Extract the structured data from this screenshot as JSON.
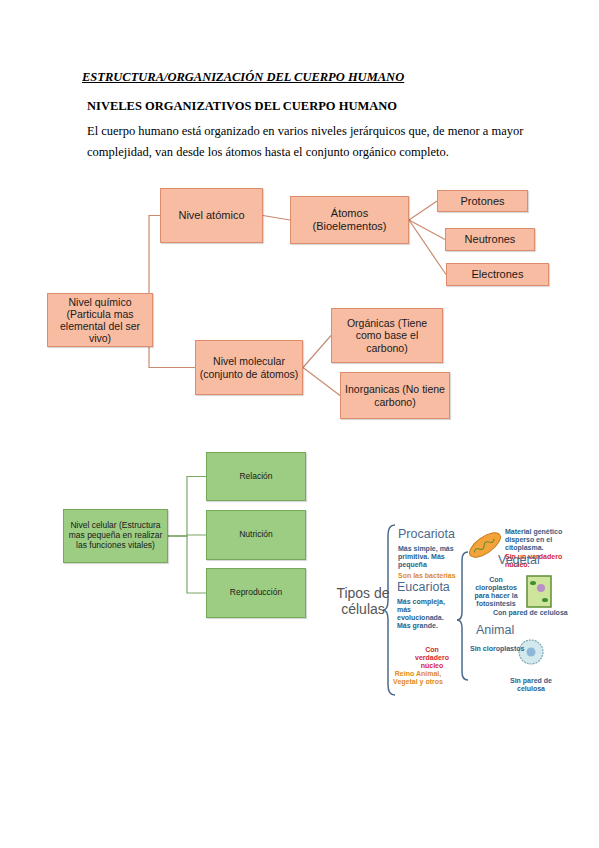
{
  "diagram": {
    "title": "ESTRUCTURA/ORGANIZACIÓN DEL CUERPO HUMANO",
    "nodes": [
      {
        "text": [
          "Nivel químico (Particula mas elemental del ser vivo)"
        ]
      },
      {
        "text": [
          "Nivel atómico"
        ]
      },
      {
        "text": [
          "Átomos (Bioelementos)"
        ]
      },
      {
        "text": [
          "Protones"
        ]
      },
      {
        "text": [
          "Neutrones"
        ]
      },
      {
        "text": [
          "Electrones"
        ]
      },
      {
        "text": [
          "Nivel molecular (conjunto de átomos)"
        ]
      },
      {
        "text": [
          "Orgánicas (Tiene como base el carbono)"
        ]
      },
      {
        "text": [
          "Inorganicas (No tiene carbono)"
        ]
      },
      {
        "text": [
          "Nivel celular (Estructura mas pequeña en realizar las funciones vitales)"
        ]
      },
      {
        "text": [
          "Relación"
        ]
      },
      {
        "text": [
          "Nutrición"
        ]
      },
      {
        "text": [
          "Reproducción"
        ]
      }
    ],
    "edges": [
      {
        "from": 0,
        "to": 1,
        "arrow": "none"
      },
      {
        "from": 0,
        "to": 6,
        "arrow": "none"
      },
      {
        "from": 1,
        "to": 2,
        "arrow": "none"
      },
      {
        "from": 2,
        "to": 3,
        "arrow": "none"
      },
      {
        "from": 2,
        "to": 4,
        "arrow": "none"
      },
      {
        "from": 2,
        "to": 5,
        "arrow": "none"
      },
      {
        "from": 6,
        "to": 7,
        "arrow": "none"
      },
      {
        "from": 6,
        "to": 8,
        "arrow": "none"
      },
      {
        "from": 9,
        "to": 10,
        "arrow": "none"
      },
      {
        "from": 9,
        "to": 11,
        "arrow": "none"
      },
      {
        "from": 9,
        "to": 12,
        "arrow": "none"
      }
    ],
    "labels": [
      "NIVELES ORGANIZATIVOS DEL CUERPO HUMANO",
      "El cuerpo humano está organizado en varios niveles jerárquicos que, de menor a mayor complejidad, van desde los átomos hasta el conjunto orgánico completo.",
      "Tipos de células",
      "Procariota",
      "Más simple, más primitiva. Más pequeña",
      "Son las bacterias",
      "Material genético disperso en el citoplasma.",
      "Sin un verdadero núcleo.",
      "Eucariota",
      "Más compleja, más evolucionada. Más grande.",
      "Con verdadero núcleo",
      "Reino Animal, Vegetal y otros",
      "Vegetal",
      "Con cloroplastos para hacer la fotosíntesis",
      "Con pared de celulosa",
      "Animal",
      "Sin cloroplastos",
      "Sin pared de celulosa"
    ]
  }
}
